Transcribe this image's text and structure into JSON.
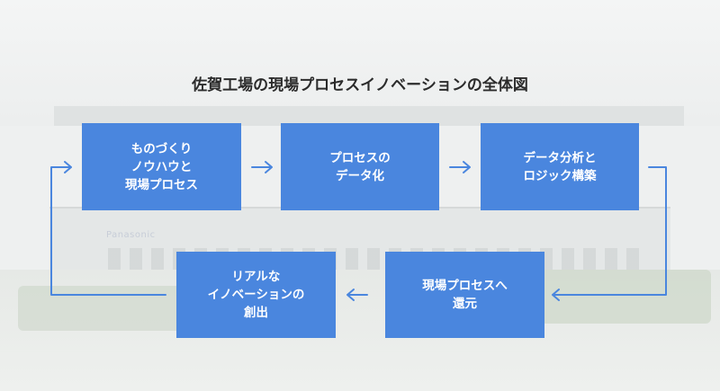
{
  "title": "佐賀工場の現場プロセスイノベーションの全体図",
  "background_text": "Panasonic",
  "colors": {
    "box": "#4a86de",
    "arrow": "#4a86de",
    "title": "#2b2b2b"
  },
  "steps": [
    {
      "lines": [
        "ものづくり",
        "ノウハウと",
        "現場プロセス"
      ]
    },
    {
      "lines": [
        "プロセスの",
        "データ化"
      ]
    },
    {
      "lines": [
        "データ分析と",
        "ロジック構築"
      ]
    },
    {
      "lines": [
        "現場プロセスへ",
        "還元"
      ]
    },
    {
      "lines": [
        "リアルな",
        "イノベーションの",
        "創出"
      ]
    }
  ]
}
